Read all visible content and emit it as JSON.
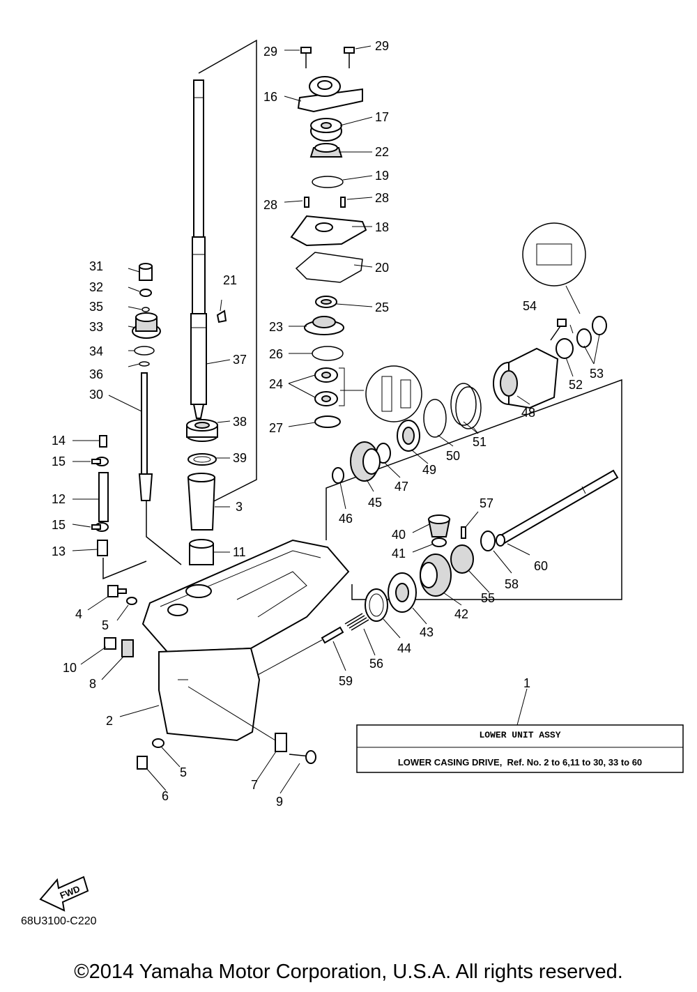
{
  "labels": {
    "p1": "1",
    "p2": "2",
    "p3": "3",
    "p4": "4",
    "p5a": "5",
    "p5b": "5",
    "p6": "6",
    "p7": "7",
    "p8": "8",
    "p9": "9",
    "p10": "10",
    "p11": "11",
    "p12": "12",
    "p13": "13",
    "p14": "14",
    "p15a": "15",
    "p15b": "15",
    "p16": "16",
    "p17": "17",
    "p18": "18",
    "p19": "19",
    "p20": "20",
    "p21": "21",
    "p22": "22",
    "p23": "23",
    "p24": "24",
    "p25": "25",
    "p26": "26",
    "p27": "27",
    "p28a": "28",
    "p28b": "28",
    "p29a": "29",
    "p29b": "29",
    "p30": "30",
    "p31": "31",
    "p32": "32",
    "p33": "33",
    "p34": "34",
    "p35": "35",
    "p36": "36",
    "p37": "37",
    "p38": "38",
    "p39": "39",
    "p40": "40",
    "p41": "41",
    "p42": "42",
    "p43": "43",
    "p44": "44",
    "p45": "45",
    "p46": "46",
    "p47": "47",
    "p48": "48",
    "p49": "49",
    "p50": "50",
    "p51": "51",
    "p52": "52",
    "p53": "53",
    "p54": "54",
    "p55": "55",
    "p56": "56",
    "p57": "57",
    "p58": "58",
    "p59": "59",
    "p60": "60"
  },
  "assembly_box": {
    "title": "LOWER UNIT ASSY",
    "description": "LOWER CASING DRIVE,  Ref. No. 2 to 6,11 to 30, 33 to 60"
  },
  "direction_arrow": "FWD",
  "diagram_code": "68U3100-C220",
  "copyright": "©2014 Yamaha Motor Corporation, U.S.A. All rights reserved."
}
